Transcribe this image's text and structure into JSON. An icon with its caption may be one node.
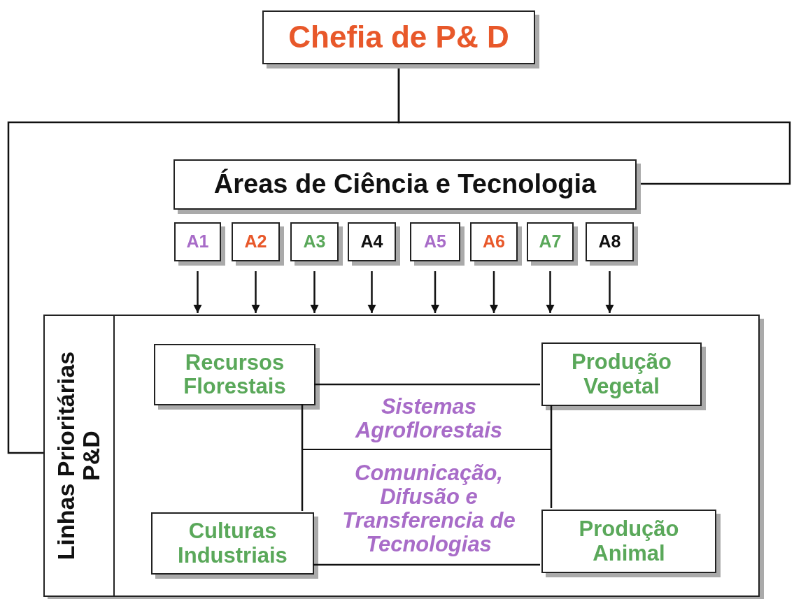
{
  "diagram": {
    "nodes": [
      {
        "text": [
          "Chefia de P& D"
        ]
      },
      {
        "text": [
          "Áreas de Ciência e Tecnologia"
        ]
      },
      {
        "text": [
          "A1"
        ]
      },
      {
        "text": [
          "A2"
        ]
      },
      {
        "text": [
          "A3"
        ]
      },
      {
        "text": [
          "A4"
        ]
      },
      {
        "text": [
          "A5"
        ]
      },
      {
        "text": [
          "A6"
        ]
      },
      {
        "text": [
          "A7"
        ]
      },
      {
        "text": [
          "A8"
        ]
      },
      {
        "text": [
          "Linhas Prioritárias P&D"
        ]
      },
      {
        "text": [
          "Sistemas Agroflorestais"
        ],
        "in": 10
      },
      {
        "text": [
          "Comunicação, Difusão e Transferencia de Tecnologias"
        ],
        "in": 10
      },
      {
        "text": [
          "Recursos Florestais"
        ],
        "in": 10
      },
      {
        "text": [
          "Produção Vegetal"
        ],
        "in": 10
      },
      {
        "text": [
          "Culturas Industriais"
        ],
        "in": 10
      },
      {
        "text": [
          "Produção Animal"
        ],
        "in": 10
      }
    ],
    "edges": [
      {
        "from": 0,
        "to": 10,
        "arrow": "none"
      },
      {
        "from": 0,
        "to": 1,
        "arrow": "none"
      },
      {
        "from": 2,
        "to": 10,
        "arrow": "to"
      },
      {
        "from": 3,
        "to": 10,
        "arrow": "to"
      },
      {
        "from": 4,
        "to": 10,
        "arrow": "to"
      },
      {
        "from": 5,
        "to": 10,
        "arrow": "to"
      },
      {
        "from": 6,
        "to": 10,
        "arrow": "to"
      },
      {
        "from": 7,
        "to": 10,
        "arrow": "to"
      },
      {
        "from": 8,
        "to": 10,
        "arrow": "to"
      },
      {
        "from": 9,
        "to": 10,
        "arrow": "to"
      },
      {
        "from": 13,
        "to": 14,
        "arrow": "none"
      },
      {
        "from": 13,
        "to": 15,
        "arrow": "none"
      },
      {
        "from": 14,
        "to": 16,
        "arrow": "none"
      },
      {
        "from": 15,
        "to": 16,
        "arrow": "none"
      }
    ]
  }
}
